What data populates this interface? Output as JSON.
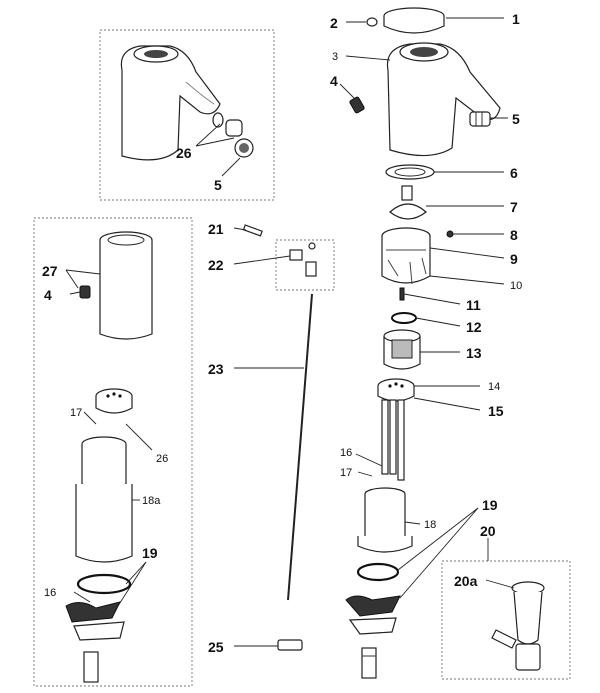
{
  "labels": {
    "p1": "1",
    "p2": "2",
    "p3": "3",
    "p4a": "4",
    "p4b": "4",
    "p5a": "5",
    "p5b": "5",
    "p6": "6",
    "p7": "7",
    "p8": "8",
    "p9": "9",
    "p10": "10",
    "p11": "11",
    "p12": "12",
    "p13": "13",
    "p14": "14",
    "p15": "15",
    "p16a": "16",
    "p16b": "16",
    "p17a": "17",
    "p17b": "17",
    "p18": "18",
    "p18a": "18a",
    "p19a": "19",
    "p19b": "19",
    "p20": "20",
    "p20a": "20a",
    "p21": "21",
    "p22": "22",
    "p23": "23",
    "p25": "25",
    "p26a": "26",
    "p26b": "26",
    "p27": "27"
  }
}
